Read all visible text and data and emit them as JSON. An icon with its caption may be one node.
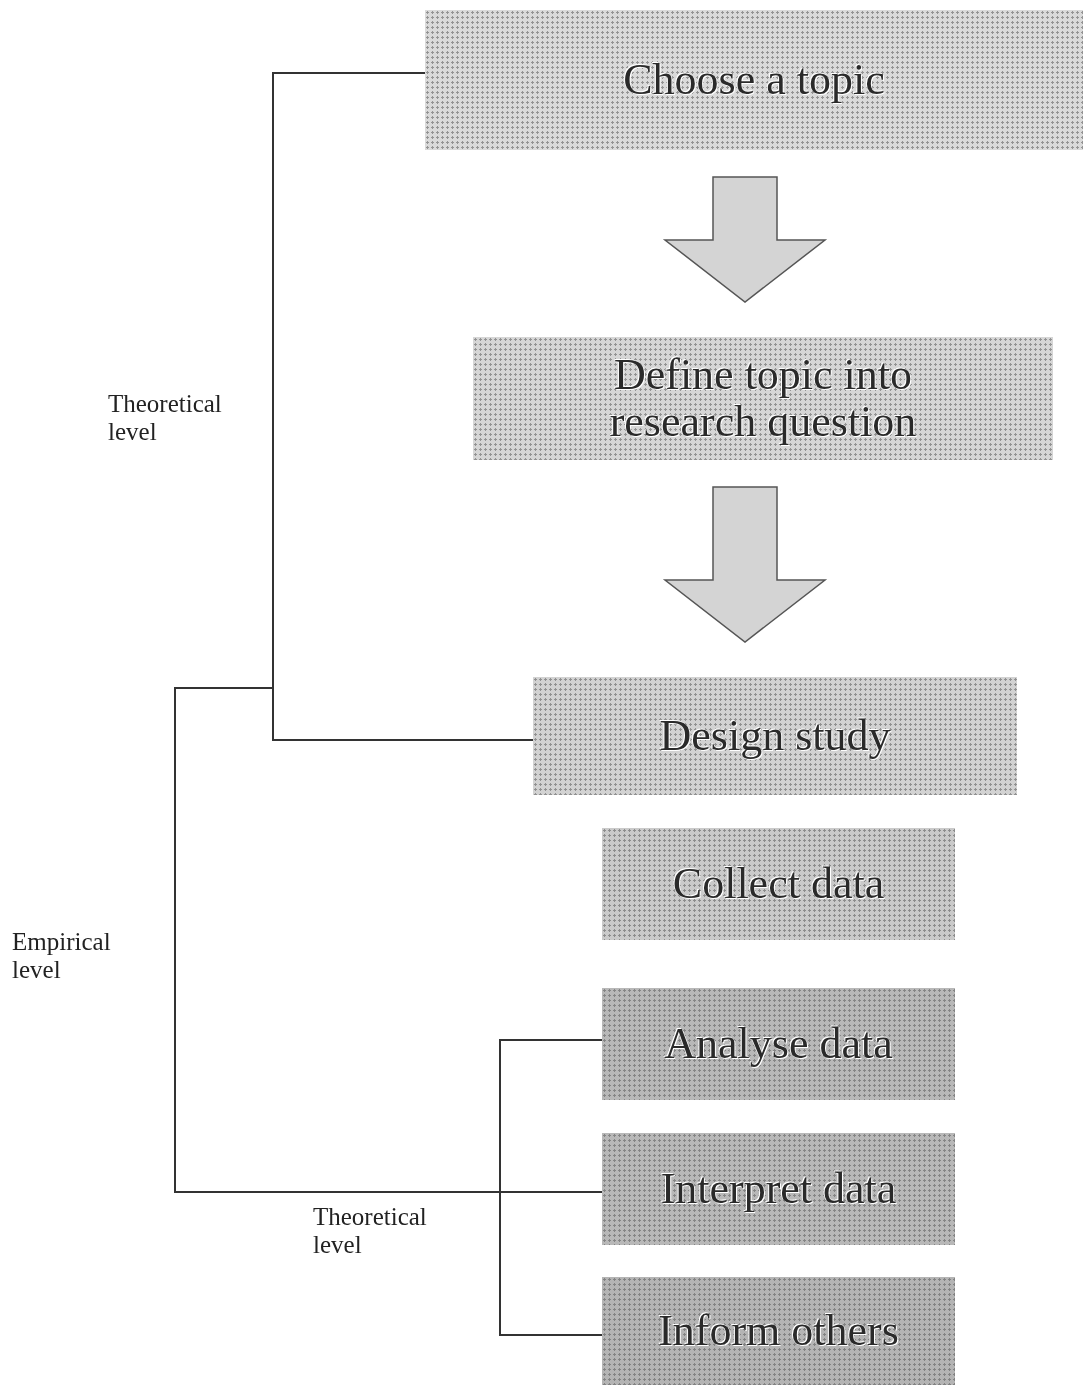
{
  "diagram": {
    "nodes": [
      {
        "text": [
          "Choose a topic"
        ]
      },
      {
        "text": [
          "Define topic into research question"
        ]
      },
      {
        "text": [
          "Design study"
        ]
      },
      {
        "text": [
          "Collect data"
        ]
      },
      {
        "text": [
          "Analyse data"
        ]
      },
      {
        "text": [
          "Interpret data"
        ]
      },
      {
        "text": [
          "Inform others"
        ]
      }
    ],
    "edges": [
      {
        "from": 0,
        "to": 1,
        "arrow": "to"
      },
      {
        "from": 1,
        "to": 2,
        "arrow": "to"
      }
    ],
    "labels": [
      "Theoretical level",
      "Empirical level",
      "Theoretical level"
    ]
  }
}
